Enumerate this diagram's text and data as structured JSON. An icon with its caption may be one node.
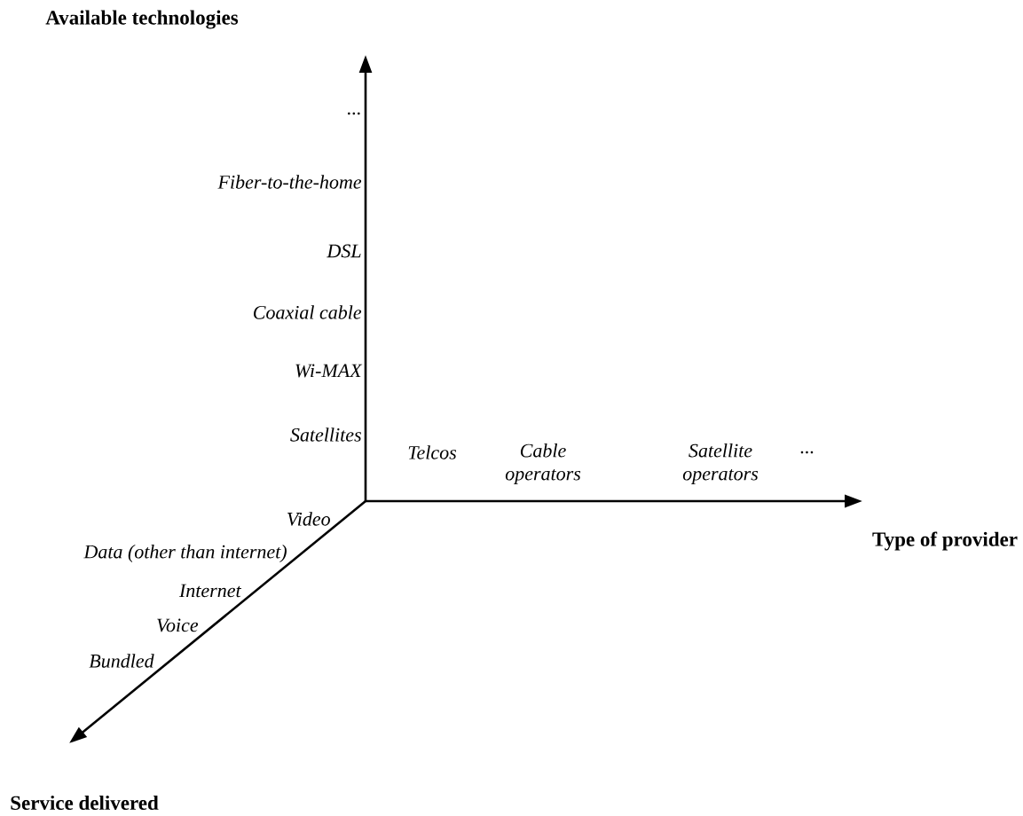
{
  "diagram": {
    "labels": [
      "Available technologies",
      "...",
      "Fiber-to-the-home",
      "DSL",
      "Coaxial cable",
      "Wi-MAX",
      "Satellites",
      "Telcos",
      "Cable operators",
      "Satellite operators",
      "...",
      "Video",
      "Type of provider",
      "Data (other than internet)",
      "Internet",
      "Voice",
      "Bundled",
      "Service delivered"
    ]
  }
}
